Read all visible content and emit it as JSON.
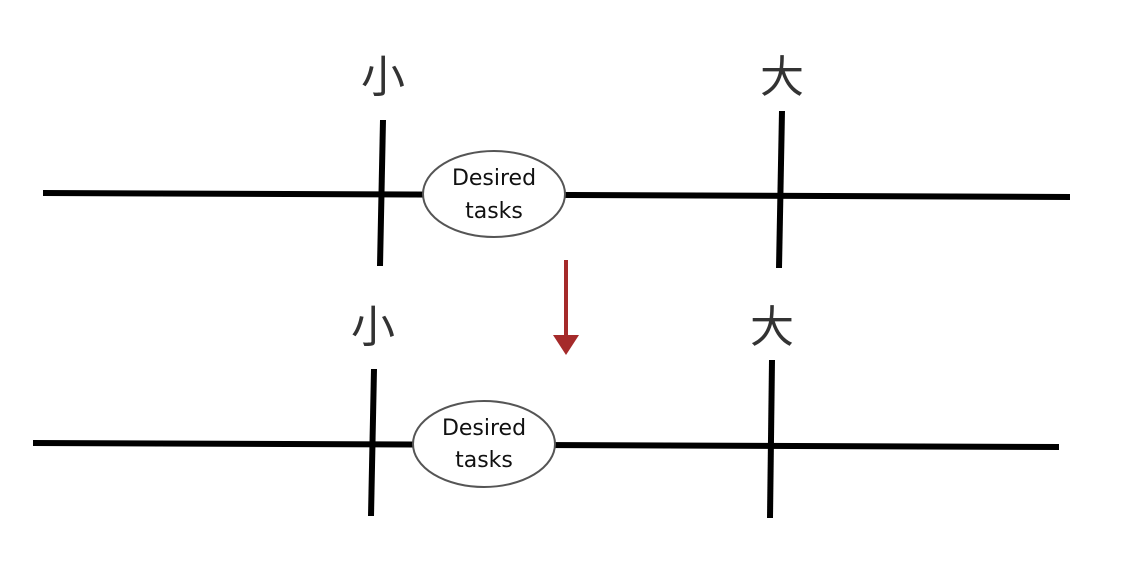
{
  "colors": {
    "line": "#000000",
    "ellipse_stroke": "#555555",
    "arrow": "#a52a2a",
    "label": "#333333"
  },
  "top_scale": {
    "left_label": "小",
    "right_label": "大",
    "node_line1": "Desired",
    "node_line2": "tasks"
  },
  "bottom_scale": {
    "left_label": "小",
    "right_label": "大",
    "node_line1": "Desired",
    "node_line2": "tasks"
  },
  "arrow": {
    "direction": "down"
  }
}
